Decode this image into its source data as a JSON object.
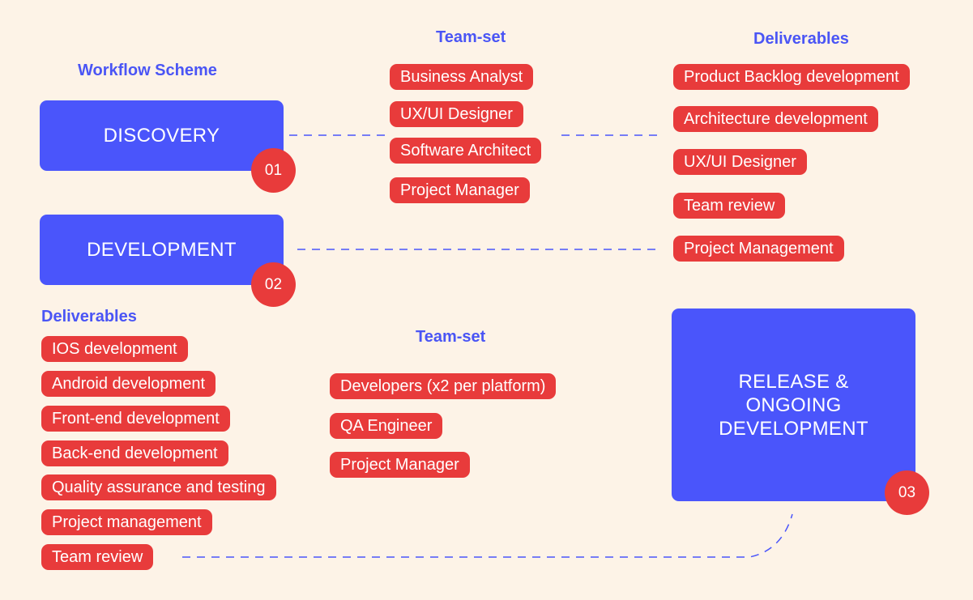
{
  "title": "Workflow Scheme",
  "colors": {
    "background": "#fdf3e7",
    "stage_blue": "#4a55fb",
    "pill_red": "#e83b3b",
    "heading_blue": "#4a55f5"
  },
  "stages": {
    "discovery": {
      "label": "DISCOVERY",
      "number": "01"
    },
    "development": {
      "label": "DEVELOPMENT",
      "number": "02"
    },
    "release": {
      "label_lines": [
        "RELEASE &",
        "ONGOING",
        "DEVELOPMENT"
      ],
      "number": "03"
    }
  },
  "discovery_teamset": {
    "heading": "Team-set",
    "items": [
      "Business Analyst",
      "UX/UI Designer",
      "Software Architect",
      "Project Manager"
    ]
  },
  "top_deliverables": {
    "heading": "Deliverables",
    "items": [
      "Product Backlog development",
      "Architecture development",
      "UX/UI Designer",
      "Team review",
      "Project Management"
    ]
  },
  "development_deliverables": {
    "heading": "Deliverables",
    "items": [
      "IOS development",
      "Android development",
      "Front-end development",
      "Back-end development",
      "Quality assurance and testing",
      "Project management",
      "Team review"
    ]
  },
  "development_teamset": {
    "heading": "Team-set",
    "items": [
      "Developers (x2 per platform)",
      "QA Engineer",
      "Project Manager"
    ]
  }
}
